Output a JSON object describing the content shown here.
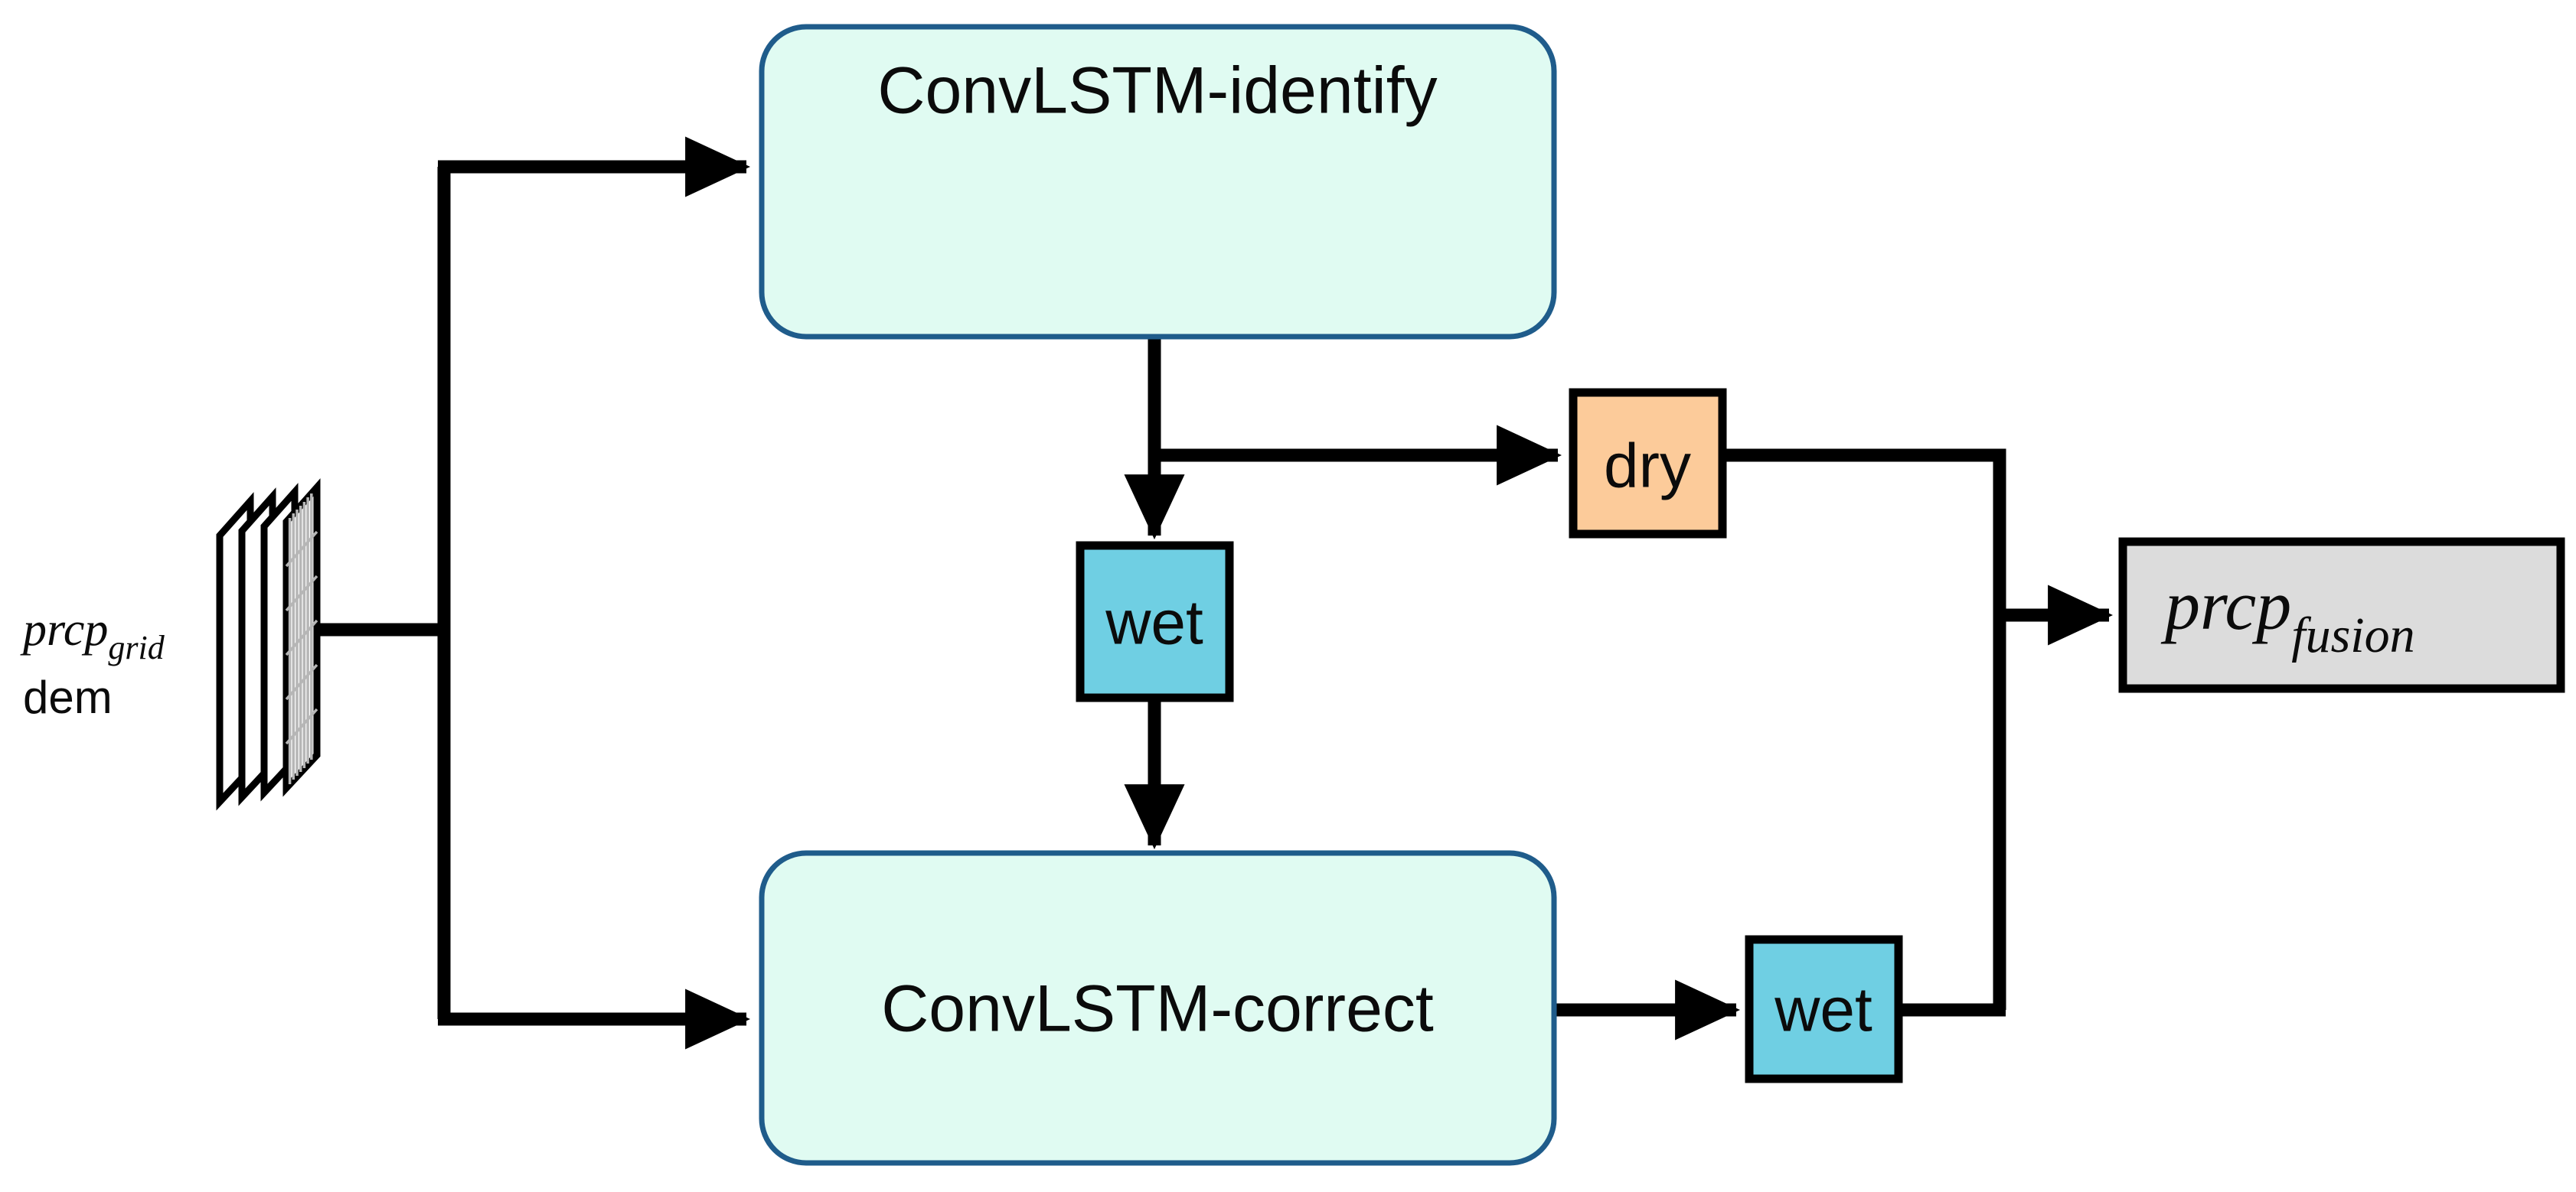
{
  "diagram": {
    "title": "ConvLSTM precipitation identify-correct-fusion flowchart",
    "nodes": {
      "input_stack": {
        "label_primary_base": "prcp",
        "label_primary_sub": "grid",
        "label_secondary": "dem",
        "sheet_count": 4
      },
      "convlstm_identify": {
        "label": "ConvLSTM-identify"
      },
      "convlstm_correct": {
        "label": "ConvLSTM-correct"
      },
      "dry_class": {
        "label": "dry"
      },
      "wet_class_top": {
        "label": "wet"
      },
      "wet_class_bottom": {
        "label": "wet"
      },
      "output_fusion": {
        "label_base": "prcp",
        "label_sub": "fusion"
      }
    },
    "colors": {
      "convlstm_fill": "#E0FBF2",
      "convlstm_border": "#1F5C8B",
      "dry_fill": "#FCCB9A",
      "wet_fill": "#6FCFE3",
      "output_fill": "#DCDCDC",
      "box_border": "#000000",
      "arrow": "#000000",
      "background": "#FFFFFF"
    },
    "edges": [
      {
        "from": "input_stack",
        "to": "convlstm_identify"
      },
      {
        "from": "input_stack",
        "to": "convlstm_correct"
      },
      {
        "from": "convlstm_identify",
        "to": "dry_class"
      },
      {
        "from": "convlstm_identify",
        "to": "wet_class_top"
      },
      {
        "from": "wet_class_top",
        "to": "convlstm_correct"
      },
      {
        "from": "convlstm_correct",
        "to": "wet_class_bottom"
      },
      {
        "from": "dry_class",
        "to": "output_fusion"
      },
      {
        "from": "wet_class_bottom",
        "to": "output_fusion"
      }
    ]
  }
}
